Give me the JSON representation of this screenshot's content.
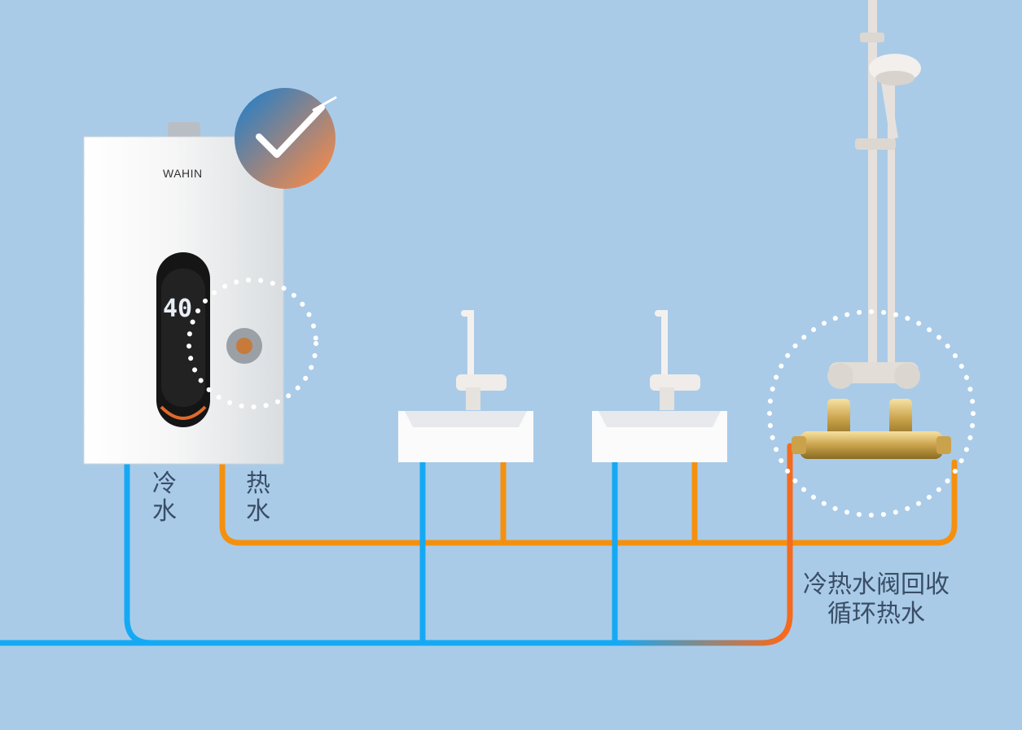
{
  "heater": {
    "brand": "WAHIN",
    "display_temp": "40"
  },
  "labels": {
    "cold_water": "冷水",
    "hot_water": "热水",
    "valve_line1": "冷热水阀回收",
    "valve_line2": "循环热水"
  },
  "colors": {
    "background": "#a9cbe8",
    "cold_pipe": "#15a9f4",
    "hot_pipe": "#f5900f",
    "return_pipe": "#f56a1e",
    "label_text": "#3a4e66"
  },
  "icons": {
    "badge": "check-icon"
  }
}
